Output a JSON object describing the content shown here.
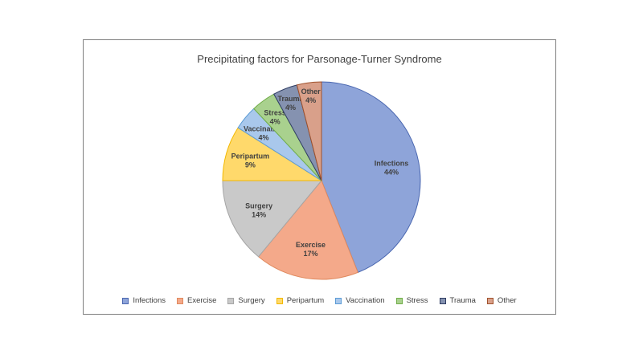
{
  "chart_data": {
    "type": "pie",
    "title": "Precipitating factors for Parsonage-Turner Syndrome",
    "legend_position": "bottom",
    "slices": [
      {
        "label": "Infections",
        "value": 44,
        "display": "44%",
        "fill": "#8ea4d9",
        "stroke": "#4a67b0"
      },
      {
        "label": "Exercise",
        "value": 17,
        "display": "17%",
        "fill": "#f4a98a",
        "stroke": "#e08a5f"
      },
      {
        "label": "Surgery",
        "value": 14,
        "display": "14%",
        "fill": "#c9c9c9",
        "stroke": "#a5a5a5"
      },
      {
        "label": "Peripartum",
        "value": 9,
        "display": "9%",
        "fill": "#ffd96b",
        "stroke": "#f2b800"
      },
      {
        "label": "Vaccination",
        "value": 4,
        "display": "4%",
        "fill": "#a9c8ec",
        "stroke": "#5b9bd5"
      },
      {
        "label": "Stress",
        "value": 4,
        "display": "4%",
        "fill": "#a9d18e",
        "stroke": "#70ad47"
      },
      {
        "label": "Trauma",
        "value": 4,
        "display": "4%",
        "fill": "#8592b0",
        "stroke": "#2f3d63"
      },
      {
        "label": "Other",
        "value": 4,
        "display": "4%",
        "fill": "#d9a08a",
        "stroke": "#a0522d"
      }
    ]
  }
}
